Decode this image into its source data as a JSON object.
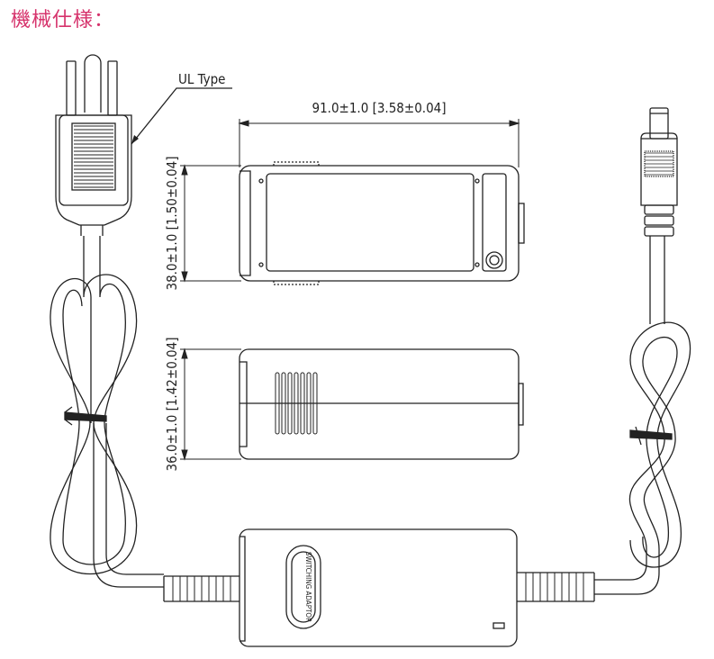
{
  "title": "機械仕様：",
  "colors": {
    "title": "#d6336c",
    "line": "#222222"
  },
  "labels": {
    "plug_type": "UL Type",
    "length_dim": "91.0±1.0  [3.58±0.04]",
    "height_dim_top": "38.0±1.0  [1.50±0.04]",
    "height_dim_side": "36.0±1.0  [1.42±0.04]",
    "badge": "SWITCHING ADAPTOR"
  }
}
